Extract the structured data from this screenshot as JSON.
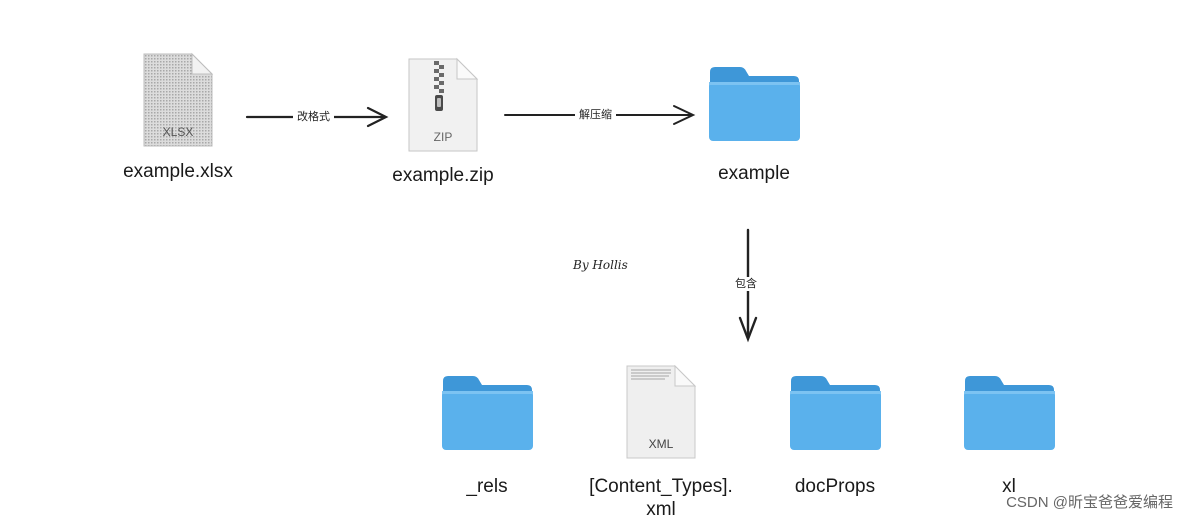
{
  "top_row": {
    "xlsx": {
      "name": "example.xlsx",
      "icon_text": "XLSX",
      "icon": "xlsx-file-icon"
    },
    "zip": {
      "name": "example.zip",
      "icon_text": "ZIP",
      "icon": "zip-file-icon"
    },
    "folder": {
      "name": "example",
      "icon": "folder-icon"
    }
  },
  "connectors": {
    "rename": "改格式",
    "unzip": "解压缩",
    "contains": "包含"
  },
  "signature": "By Hollis",
  "contents": [
    {
      "name": "_rels",
      "icon": "folder-icon"
    },
    {
      "name": "[Content_Types].",
      "name_line2": "xml",
      "icon_text": "XML",
      "icon": "xml-file-icon"
    },
    {
      "name": "docProps",
      "icon": "folder-icon"
    },
    {
      "name": "xl",
      "icon": "folder-icon"
    }
  ],
  "watermark": "CSDN @昕宝爸爸爱编程",
  "colors": {
    "folder_body": "#5AB1EC",
    "folder_tab": "#3E97D8",
    "doc_page": "#ECECEC",
    "arrow": "#222222"
  }
}
